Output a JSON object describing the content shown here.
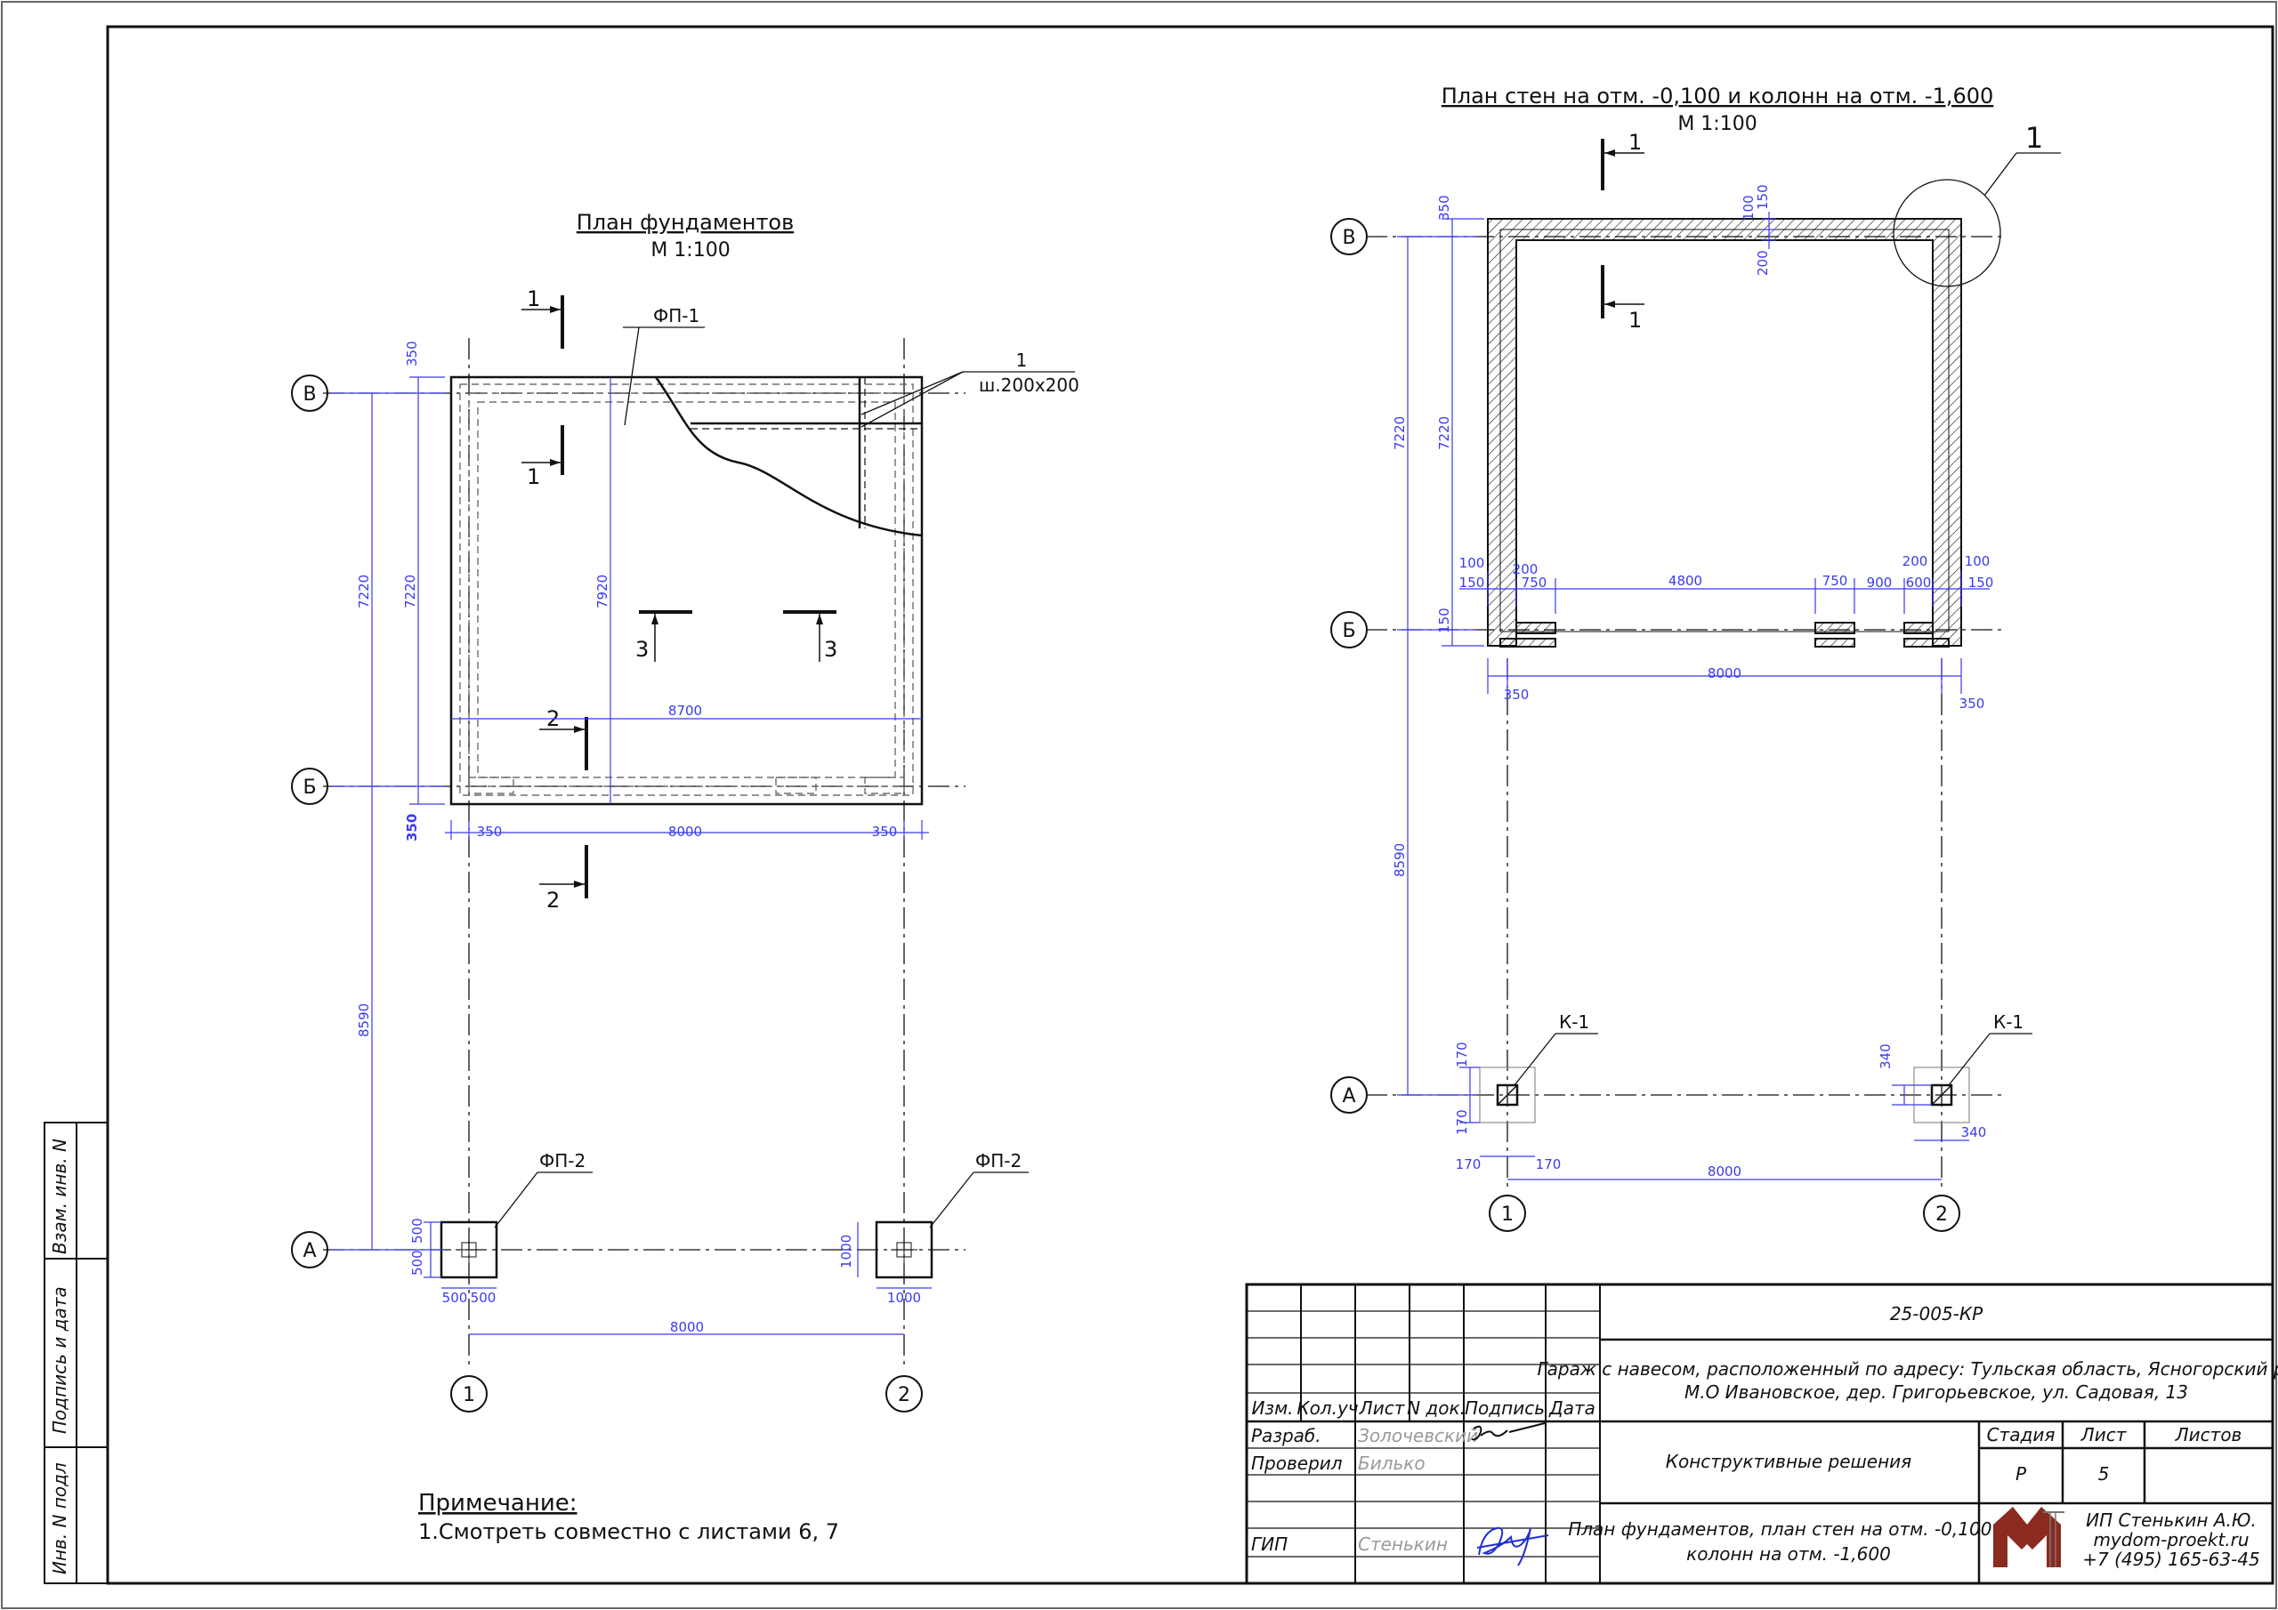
{
  "plan_left": {
    "title": "План фундаментов",
    "scale": "М 1:100",
    "callout_fp1": "ФП-1",
    "callout_fp2_left": "ФП-2",
    "callout_fp2_right": "ФП-2",
    "callout_channel_num": "1",
    "callout_channel": "ш.200х200",
    "cut_1_top": "1",
    "cut_1_bottom": "1",
    "cut_2_top": "2",
    "cut_2_bottom": "2",
    "cut_3_left": "3",
    "cut_3_right": "3",
    "axes": {
      "v": "В",
      "b": "Б",
      "a": "А",
      "c1": "1",
      "c2": "2"
    },
    "dims": {
      "d350_top": "350",
      "d7220_outer": "7220",
      "d7220_inner": "7220",
      "d7920": "7920",
      "d8590": "8590",
      "d350_side": "350",
      "d8700": "8700",
      "d350_l": "350",
      "d8000": "8000",
      "d350_r": "350",
      "d500_a": "500",
      "d500_b": "500",
      "d500_c": "500",
      "d500_d": "500",
      "d1000_v": "1000",
      "d1000_h": "1000",
      "d8000_bottom": "8000"
    }
  },
  "plan_right": {
    "title": "План  стен на отм. -0,100 и колонн на отм. -1,600",
    "scale": "М 1:100",
    "node_label": "1",
    "cut_1_top": "1",
    "cut_1_bottom": "1",
    "callout_k1_left": "К-1",
    "callout_k1_right": "К-1",
    "axes": {
      "v": "В",
      "b": "Б",
      "a": "А",
      "c1": "1",
      "c2": "2"
    },
    "dims": {
      "d350_top": "350",
      "d100_top": "100",
      "d150_top": "150",
      "d200_top": "200",
      "d7220_outer": "7220",
      "d7220_inner": "7220",
      "d8590": "8590",
      "d100_l": "100",
      "d200_l": "200",
      "d150_l": "150",
      "d750_l": "750",
      "d4800": "4800",
      "d750_m": "750",
      "d900": "900",
      "d600": "600",
      "d200_r": "200",
      "d100_r": "100",
      "d150_r": "150",
      "d150_side": "150",
      "d8000": "8000",
      "d350_l": "350",
      "d350_r": "350",
      "d170_a": "170",
      "d170_b": "170",
      "d170_c": "170",
      "d170_d": "170",
      "d340_a": "340",
      "d340_b": "340",
      "d8000_bottom": "8000"
    }
  },
  "note": {
    "title": "Примечание:",
    "text": "1.Смотреть совместно с листами 6, 7"
  },
  "side_stamp": {
    "vzam": "Взам. инв. N",
    "podpis": "Подпись и дата",
    "inv": "Инв. N подл"
  },
  "title_block": {
    "code": "25-005-КР",
    "object_line1": "Гараж с навесом, расположенный по адресу: Тульская область, Ясногорский район,",
    "object_line2": "М.О Ивановское, дер. Григорьевское, ул. Садовая, 13",
    "headers": [
      "Изм.",
      "Кол.уч",
      "Лист",
      "N док.",
      "Подпись",
      "Дата"
    ],
    "role_dev": "Разраб.",
    "name_dev": "Золочевский",
    "role_check": "Проверил",
    "name_check": "Билько",
    "role_gip": "ГИП",
    "name_gip": "Стенькин",
    "section": "Конструктивные решения",
    "stage_label": "Стадия",
    "sheet_label": "Лист",
    "sheets_label": "Листов",
    "stage": "Р",
    "sheet": "5",
    "sheets": "",
    "drawing_line1": "План фундаментов, план стен на отм. -0,100 и",
    "drawing_line2": "колонн на отм. -1,600",
    "company_line1": "ИП Стенькин А.Ю.",
    "company_line2": "mydom-proekt.ru",
    "company_line3": "+7 (495) 165-63-45"
  },
  "colors": {
    "line": "#111111",
    "dimension": "#3a3af0",
    "logo": "#8b2a1e"
  }
}
